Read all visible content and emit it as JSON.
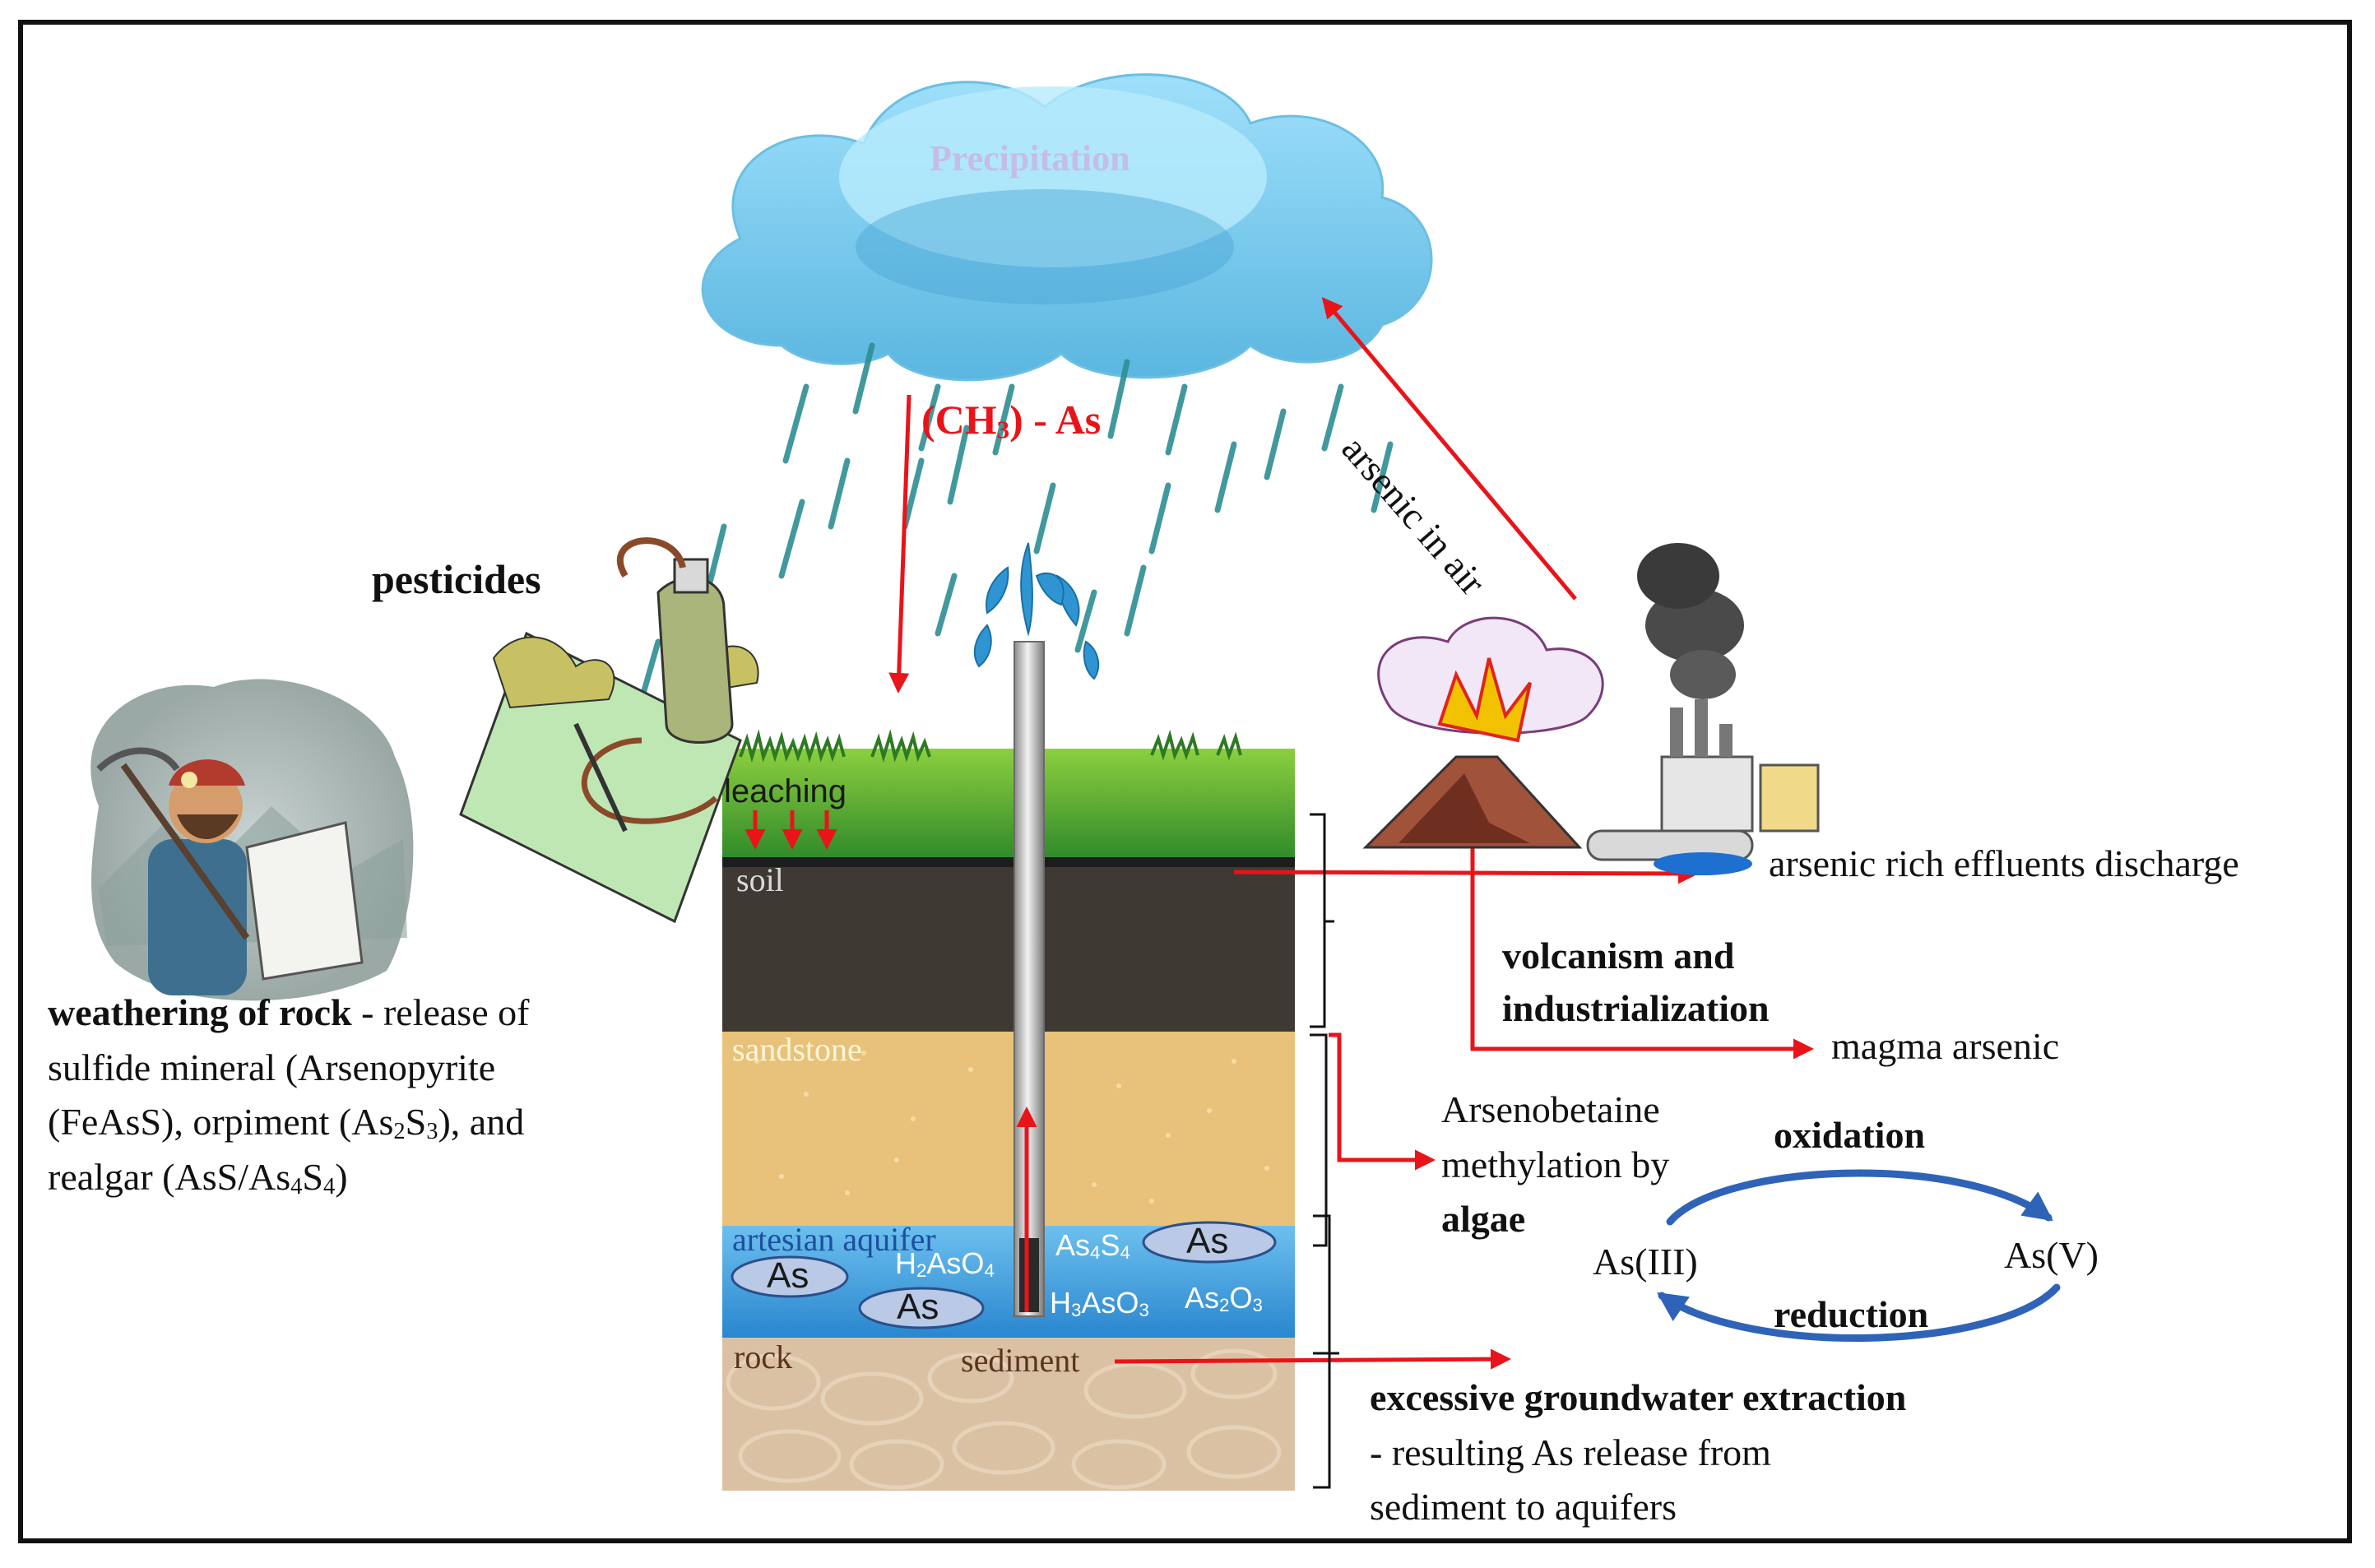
{
  "cloud": {
    "label": "Precipitation"
  },
  "methyl_arsenic": {
    "prefix": "(CH",
    "sub": "3",
    "suffix": ") - As"
  },
  "arsenic_in_air": "arsenic in air",
  "pesticides": "pesticides",
  "leaching": "leaching",
  "layers": {
    "soil": "soil",
    "sandstone": "sandstone",
    "aquifer": "artesian aquifer",
    "rock": "rock",
    "sediment": "sediment"
  },
  "aquifer_species": {
    "as1": "As",
    "as2": "As",
    "as3": "As",
    "h2aso4": {
      "a": "H",
      "b": "2",
      "c": "AsO",
      "d": "4"
    },
    "as4s4": {
      "a": "As",
      "b": "4",
      "c": "S",
      "d": "4"
    },
    "h3aso3": {
      "a": "H",
      "b": "3",
      "c": "AsO",
      "d": "3"
    },
    "as2o3": {
      "a": "As",
      "b": "2",
      "c": "O",
      "d": "3"
    }
  },
  "weathering": {
    "title": "weathering of rock",
    "line1_rest": " - release of",
    "line2": "sulfide mineral (Arsenopyrite",
    "line3a": "(FeAsS), orpiment (As",
    "line3b": "2",
    "line3c": "S",
    "line3d": "3",
    "line3e": "), and",
    "line4a": "realgar (AsS/As",
    "line4b": "4",
    "line4c": "S",
    "line4d": "4",
    "line4e": ")"
  },
  "effluents": "arsenic rich effluents discharge",
  "volcanism": {
    "line1": "volcanism and",
    "line2": "industrialization"
  },
  "magma": "magma arsenic",
  "methylation": {
    "line1": "Arsenobetaine",
    "line2": "methylation by",
    "line3": "algae"
  },
  "redox": {
    "oxidation": "oxidation",
    "reduction": "reduction",
    "as3": "As(III)",
    "as5": "As(V)"
  },
  "extraction": {
    "title": "excessive groundwater extraction",
    "line2": "- resulting As release from",
    "line3": "sediment to aquifers"
  },
  "colors": {
    "arrow_red": "#e8141a",
    "cloud": "#8fd3f2",
    "rain": "#2e8f93",
    "grass": "#56a82c",
    "soil": "#3e3a33",
    "sandstone": "#e8c27a",
    "aquifer": "#3e9fdc",
    "rock": "#dbc1a3",
    "redox_blue": "#2f63b8"
  }
}
